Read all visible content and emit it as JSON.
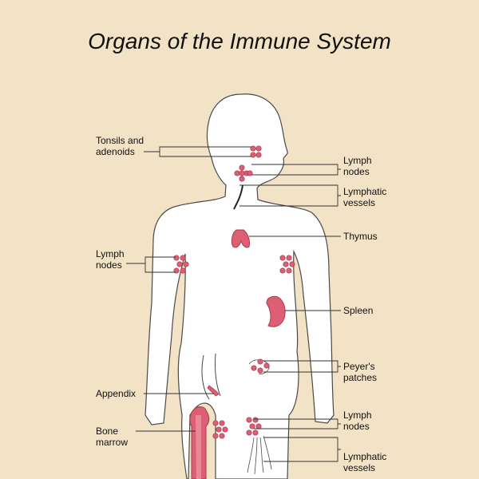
{
  "title": "Organs of the Immune System",
  "labels": {
    "tonsils": "Tonsils and\nadenoids",
    "lymph_nodes_neck": "Lymph\nnodes",
    "lymphatic_vessels_neck": "Lymphatic\nvessels",
    "thymus": "Thymus",
    "lymph_nodes_armpit": "Lymph\nnodes",
    "spleen": "Spleen",
    "peyers_patches": "Peyer's\npatches",
    "appendix": "Appendix",
    "lymph_nodes_groin": "Lymph\nnodes",
    "bone_marrow": "Bone\nmarrow",
    "lymphatic_vessels_leg": "Lymphatic\nvessels"
  },
  "colors": {
    "background": "#f2e2c6",
    "body": "#ffffff",
    "outline": "#4a4a4a",
    "organ": "#dc5f73",
    "organ_outline": "#a8394c"
  }
}
